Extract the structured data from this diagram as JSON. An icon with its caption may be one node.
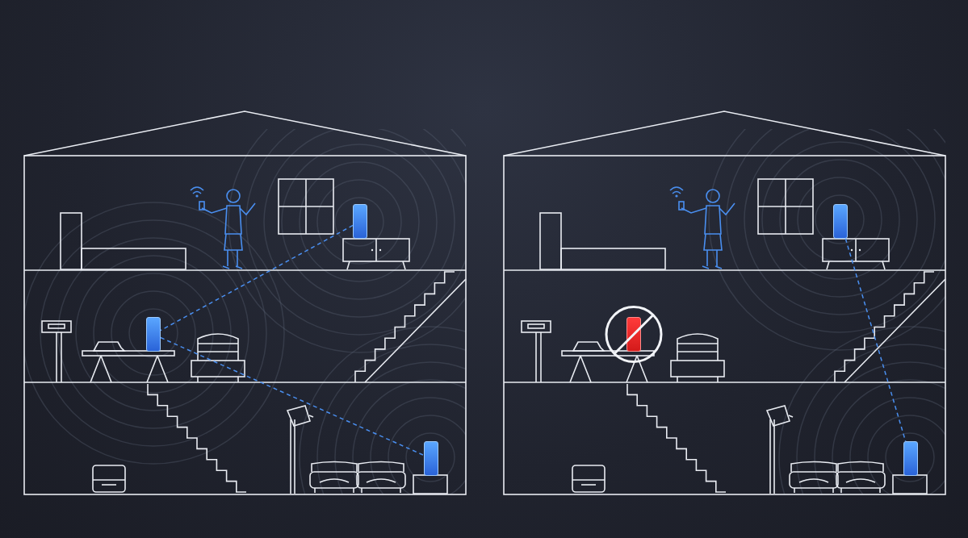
{
  "diagram": {
    "nodes": [
      {
        "text": [],
        "shape": "box"
      },
      {
        "text": [],
        "shape": "box"
      },
      {
        "text": [],
        "shape": "box"
      },
      {
        "text": [],
        "shape": "box"
      },
      {
        "text": [],
        "shape": "box"
      },
      {
        "text": [],
        "shape": "box"
      }
    ],
    "edges": [
      {
        "from": 0,
        "to": 1,
        "arrow": "none",
        "style": "dashed"
      },
      {
        "from": 1,
        "to": 2,
        "arrow": "none",
        "style": "dashed"
      },
      {
        "from": 3,
        "to": 5,
        "arrow": "none",
        "style": "dashed"
      }
    ]
  }
}
